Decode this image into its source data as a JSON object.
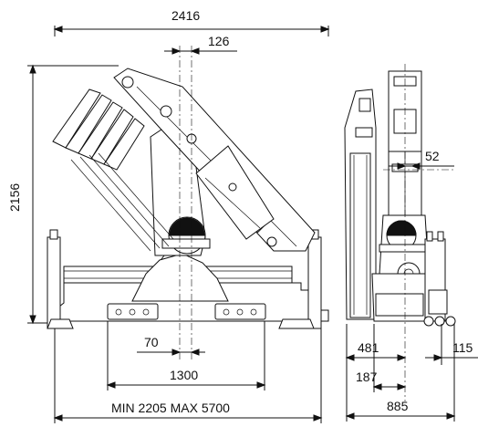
{
  "dimensions": {
    "overall_width": "2416",
    "offset_top": "126",
    "height": "2156",
    "center_offset": "70",
    "stabilizer_width": "1300",
    "stabilizer_range": "MIN 2205 MAX 5700",
    "side_top": "52",
    "side_left": "481",
    "side_right": "115",
    "side_inner": "187",
    "side_total": "885"
  }
}
